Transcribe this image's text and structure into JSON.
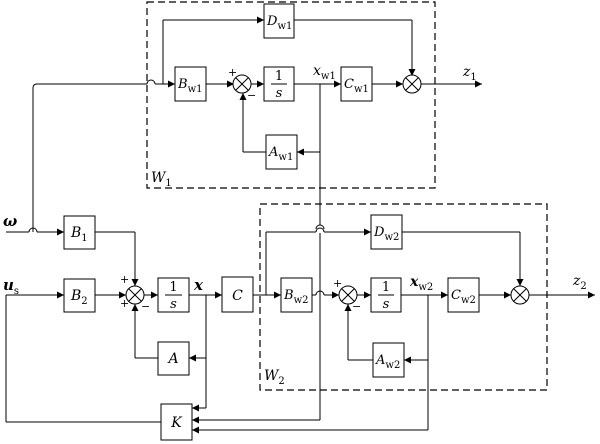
{
  "signals": {
    "omega": "ω",
    "us_main": "u",
    "us_sub": "s",
    "x": "x",
    "xw1_main": "x",
    "xw1_sub": "w1",
    "xw2_main": "x",
    "xw2_sub": "w2",
    "z1_main": "z",
    "z1_sub": "1",
    "z2_main": "z",
    "z2_sub": "2"
  },
  "blocks": {
    "B1": {
      "main": "B",
      "sub": "1"
    },
    "B2": {
      "main": "B",
      "sub": "2"
    },
    "integrator_num": "1",
    "integrator_den": "s",
    "C": {
      "main": "C"
    },
    "A": {
      "main": "A"
    },
    "K": {
      "main": "K"
    },
    "Bw1": {
      "main": "B",
      "sub": "w1"
    },
    "Dw1": {
      "main": "D",
      "sub": "w1"
    },
    "Cw1": {
      "main": "C",
      "sub": "w1"
    },
    "Aw1": {
      "main": "A",
      "sub": "w1"
    },
    "Bw2": {
      "main": "B",
      "sub": "w2"
    },
    "Dw2": {
      "main": "D",
      "sub": "w2"
    },
    "Cw2": {
      "main": "C",
      "sub": "w2"
    },
    "Aw2": {
      "main": "A",
      "sub": "w2"
    }
  },
  "groups": {
    "W1": {
      "main": "W",
      "sub": "1"
    },
    "W2": {
      "main": "W",
      "sub": "2"
    }
  },
  "signs": {
    "plus": "+",
    "minus": "−"
  }
}
